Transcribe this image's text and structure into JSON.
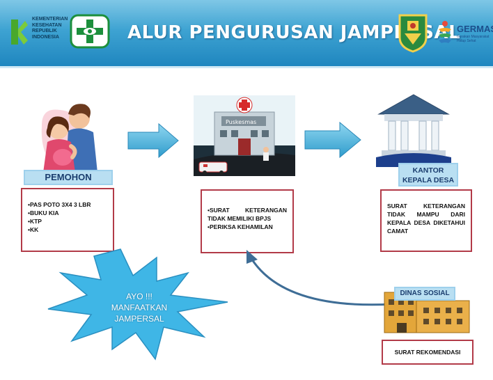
{
  "header": {
    "title": "ALUR PENGURUSAN JAMPERSAL",
    "ministry_lines": [
      "KEMENTERIAN",
      "KESEHATAN",
      "REPUBLIK",
      "INDONESIA"
    ],
    "germas": "GERMAS",
    "germas_sub": "Gerakan Masyarakat Hidup Sehat"
  },
  "puskesmas_sign": "Puskesmas",
  "pemohon": {
    "label": "PEMOHON",
    "items": [
      "•PAS POTO 3X4 3 LBR",
      "•BUKU KIA",
      "•KTP",
      "•KK"
    ]
  },
  "puskesmas": {
    "items": [
      "•SURAT KETERANGAN TIDAK MEMILIKI BPJS",
      "•PERIKSA KEHAMILAN"
    ]
  },
  "kantor": {
    "label_lines": [
      "KANTOR",
      "KEPALA DESA"
    ],
    "text": "SURAT KETERANGAN TIDAK MAMPU DARI KEPALA DESA DIKETAHUI CAMAT"
  },
  "dinas": {
    "label": "DINAS SOSIAL",
    "text": "SURAT REKOMENDASI"
  },
  "slogan_lines": [
    "AYO !!!",
    "MANFAATKAN",
    "JAMPERSAL"
  ],
  "colors": {
    "header_blue": "#2f95cc",
    "arrow_blue": "#4fb3dc",
    "box_border": "#b23a48",
    "label_bg": "#b9dff2",
    "starburst": "#3fb6e6"
  }
}
